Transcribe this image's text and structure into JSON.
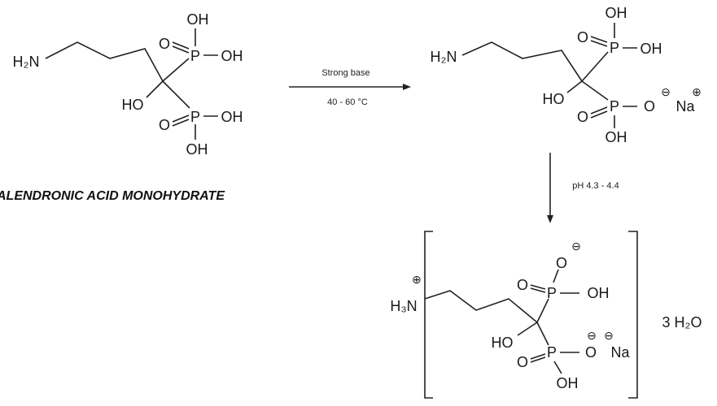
{
  "reaction": {
    "step1": {
      "reagent": "Strong base",
      "condition": "40 - 60 °C"
    },
    "step2": {
      "condition": "pH 4.3 - 4.4"
    }
  },
  "molecule1": {
    "name": "ALENDRONIC ACID MONOHYDRATE",
    "amine": "H₂N",
    "p_top": "P",
    "p_top_o": "O",
    "p_top_oh1": "OH",
    "p_top_oh2": "OH",
    "ho": "HO",
    "p_bot": "P",
    "p_bot_o": "O",
    "p_bot_oh1": "OH",
    "p_bot_oh2": "OH"
  },
  "molecule2": {
    "amine": "H₂N",
    "p_top": "P",
    "p_top_o": "O",
    "p_top_oh1": "OH",
    "p_top_oh2": "OH",
    "ho": "HO",
    "p_bot": "P",
    "p_bot_o": "O",
    "p_bot_ominus": "O",
    "minus": "⊖",
    "na": "Na",
    "plus": "⊕",
    "p_bot_oh": "OH"
  },
  "molecule3": {
    "amine": "H₃N",
    "plus": "⊕",
    "p_top": "P",
    "p_top_o": "O",
    "p_top_ominus": "O",
    "minus1": "⊖",
    "p_top_oh": "OH",
    "ho": "HO",
    "p_bot": "P",
    "p_bot_o": "O",
    "p_bot_ominus": "O",
    "minus2": "⊖",
    "na": "Na",
    "na_charge": "⊖",
    "p_bot_oh": "OH",
    "hydrate": "3 H₂O"
  }
}
